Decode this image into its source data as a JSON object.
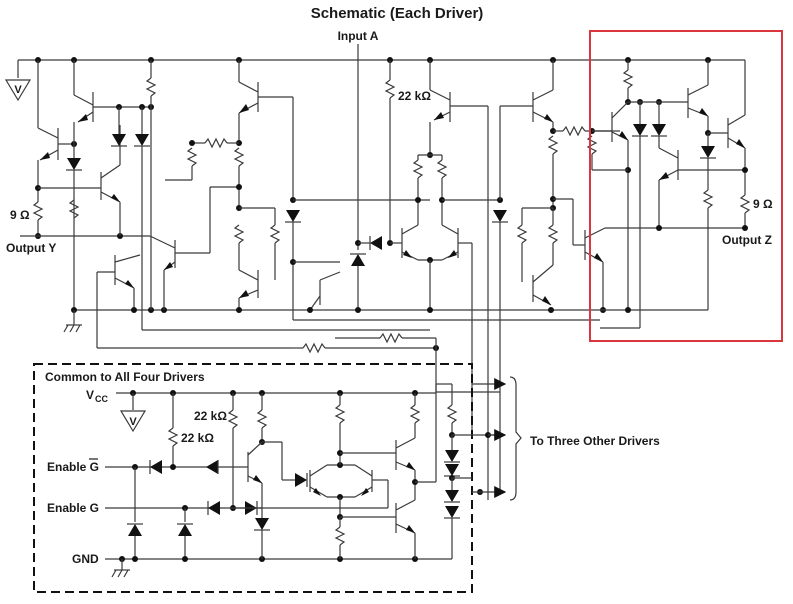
{
  "title": "Schematic (Each Driver)",
  "labels": {
    "input_a": "Input A",
    "output_y": "Output Y",
    "output_z": "Output Z",
    "res_9_left": "9 Ω",
    "res_9_right": "9 Ω",
    "res_22k_top": "22 kΩ",
    "res_22k_common_a": "22 kΩ",
    "res_22k_common_b": "22 kΩ",
    "vcc_label": "V",
    "vcc_sub": "CC",
    "supply_symbol_top": "V",
    "supply_symbol_common": "V",
    "enable_g_bar": "Enable G",
    "enable_g": "Enable G",
    "gnd": "GND",
    "to_three_other": "To Three Other Drivers"
  },
  "common_block": {
    "title": "Common to All Four Drivers"
  },
  "highlight": {
    "color": "#d9363e",
    "region": "output-z-stage"
  }
}
